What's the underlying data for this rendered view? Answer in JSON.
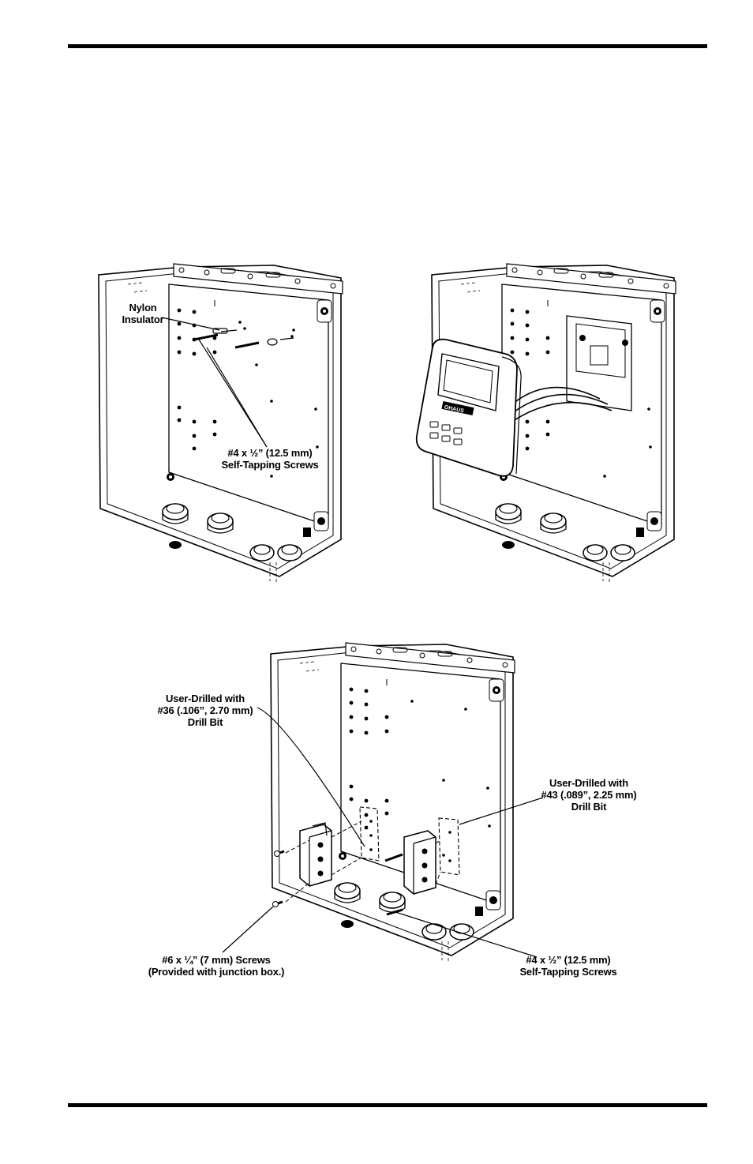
{
  "figure1": {
    "nylon_insulator": [
      "Nylon",
      "Insulator"
    ],
    "screws": [
      "#4 x ½” (12.5 mm)",
      "Self-Tapping Screws"
    ]
  },
  "figure2": {
    "display_logo": "OHAUS"
  },
  "figure3": {
    "drill36": [
      "User-Drilled with",
      "#36 (.106”, 2.70 mm)",
      "Drill Bit"
    ],
    "drill43": [
      "User-Drilled with",
      "#43 (.089”, 2.25 mm)",
      "Drill Bit"
    ],
    "screws6": [
      "#6 x ¼” (7 mm) Screws",
      "(Provided with junction box.)"
    ],
    "screws4": [
      "#4 x ½” (12.5 mm)",
      "Self-Tapping Screws"
    ]
  }
}
